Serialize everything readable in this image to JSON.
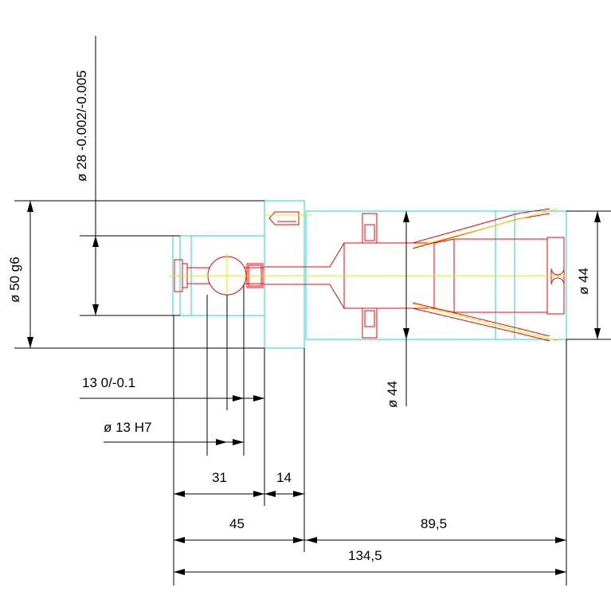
{
  "drawing": {
    "dimensions": {
      "d28": "ø 28 -0.002/-0.005",
      "d50": "ø 50 g6",
      "d44_right": "ø 44",
      "d44_bottom": "ø 44",
      "tol13": "13 0/-0.1",
      "h13": "ø 13 H7",
      "l31": "31",
      "l14": "14",
      "l45": "45",
      "l89": "89,5",
      "l134": "134,5"
    },
    "colors": {
      "outline": "#22cfe0",
      "hidden": "#ff0000",
      "centerline": "#e8e800",
      "dimension": "#000000"
    }
  }
}
